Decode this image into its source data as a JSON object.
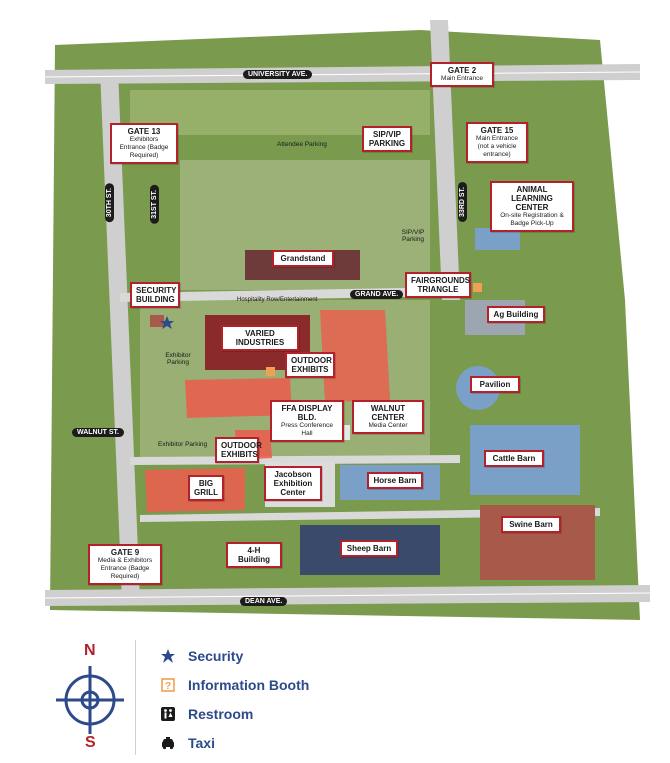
{
  "roads": {
    "university": "UNIVERSITY AVE.",
    "grand": "GRAND AVE.",
    "dean": "DEAN AVE.",
    "walnut": "WALNUT ST.",
    "st30": "30TH ST.",
    "st31": "31ST ST.",
    "st33": "33RD ST."
  },
  "labels": {
    "gate2": {
      "title": "GATE 2",
      "sub": "Main Entrance"
    },
    "gate13": {
      "title": "GATE 13",
      "sub": "Exhibitors Entrance (Badge Required)"
    },
    "gate15": {
      "title": "GATE 15",
      "sub": "Main Entrance (not a vehicle entrance)"
    },
    "gate9": {
      "title": "GATE 9",
      "sub": "Media & Exhibitors Entrance (Badge Required)"
    },
    "sip_vip_parking": {
      "title": "SIP/VIP PARKING"
    },
    "animal_learning": {
      "title": "ANIMAL LEARNING CENTER",
      "sub": "On-site Registration & Badge Pick-Up"
    },
    "grandstand": {
      "title": "Grandstand"
    },
    "security_building": {
      "title": "SECURITY BUILDING"
    },
    "fairgrounds_triangle": {
      "title": "FAIRGROUNDS TRIANGLE"
    },
    "varied_industries": {
      "title": "VARIED INDUSTRIES"
    },
    "outdoor_exhibits_1": {
      "title": "OUTDOOR EXHIBITS"
    },
    "ag_building": {
      "title": "Ag Building"
    },
    "pavilion": {
      "title": "Pavilion"
    },
    "ffa_display": {
      "title": "FFA DISPLAY BLD.",
      "sub": "Press Conference Hall"
    },
    "walnut_center": {
      "title": "WALNUT CENTER",
      "sub": "Media Center"
    },
    "outdoor_exhibits_2": {
      "title": "OUTDOOR EXHIBITS"
    },
    "cattle_barn": {
      "title": "Cattle Barn"
    },
    "big_grill": {
      "title": "BIG GRILL"
    },
    "jacobson": {
      "title": "Jacobson Exhibition Center"
    },
    "horse_barn": {
      "title": "Horse Barn"
    },
    "swine_barn": {
      "title": "Swine Barn"
    },
    "four_h": {
      "title": "4-H Building"
    },
    "sheep_barn": {
      "title": "Sheep Barn"
    }
  },
  "plain_text": {
    "attendee_parking": "Attendee Parking",
    "sip_vip_small": "SIP/VIP Parking",
    "hospitality_row": "Hospitality Row/Entertainment",
    "exhibitor_parking_1": "Exhibitor Parking",
    "exhibitor_parking_2": "Exhibitor Parking"
  },
  "compass": {
    "north": "N",
    "south": "S"
  },
  "legend": [
    {
      "icon": "star-icon",
      "label": "Security"
    },
    {
      "icon": "info-booth-icon",
      "label": "Information Booth"
    },
    {
      "icon": "restroom-icon",
      "label": "Restroom"
    },
    {
      "icon": "taxi-icon",
      "label": "Taxi"
    }
  ],
  "colors": {
    "grass": "#7a9a4e",
    "light_grass": "#a9c07c",
    "road": "#c9c9c9",
    "highlight": "#e8604f",
    "label_border": "#b5212b",
    "legend_text": "#2d4a8a"
  }
}
